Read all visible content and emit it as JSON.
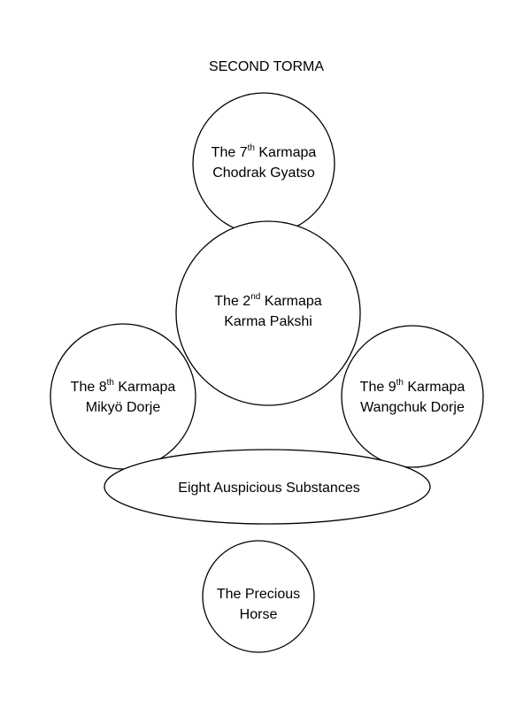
{
  "title": "SECOND TORMA",
  "nodes": {
    "karmapa7": {
      "line1_prefix": "The 7",
      "line1_sup": "th",
      "line1_suffix": " Karmapa",
      "line2": "Chodrak Gyatso"
    },
    "karmapa2": {
      "line1_prefix": "The 2",
      "line1_sup": "nd",
      "line1_suffix": " Karmapa",
      "line2": "Karma Pakshi"
    },
    "karmapa8": {
      "line1_prefix": "The 8",
      "line1_sup": "th",
      "line1_suffix": " Karmapa",
      "line2": "Mikyö Dorje"
    },
    "karmapa9": {
      "line1_prefix": "The 9",
      "line1_sup": "th",
      "line1_suffix": " Karmapa",
      "line2": "Wangchuk Dorje"
    },
    "substances": {
      "label": "Eight Auspicious Substances"
    },
    "horse": {
      "line1": "The Precious",
      "line2": "Horse"
    }
  }
}
